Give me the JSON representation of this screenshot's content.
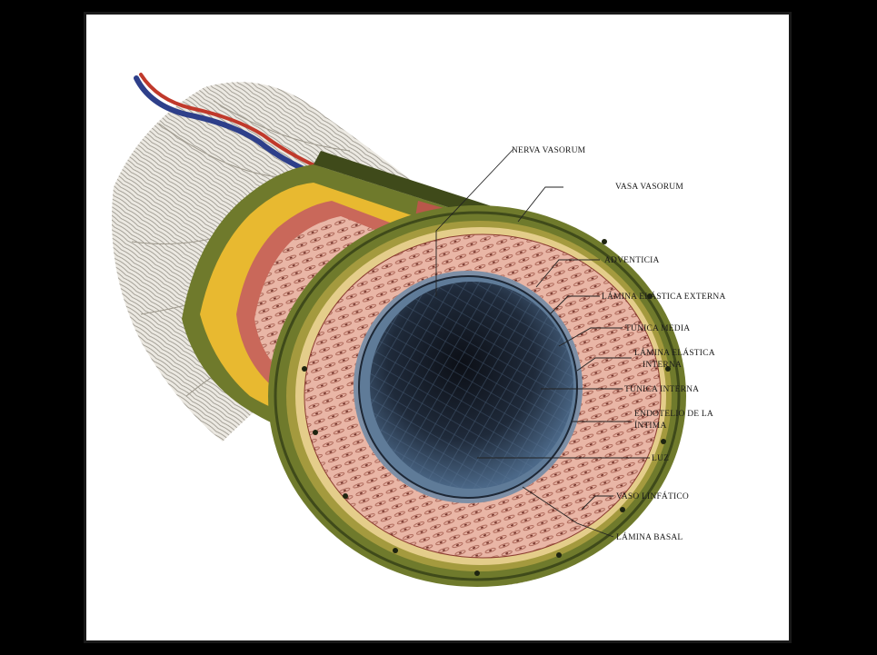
{
  "labels": {
    "nerva_vasorum": "NERVA VASORUM",
    "vasa_vasorum": "VASA VASORUM",
    "adventicia": "ADVENTICIA",
    "lamina_elastica_externa": "LÁMINA ELÁSTICA EXTERNA",
    "tunica_media": "TÚNICA MEDIA",
    "lamina_elastica_interna_1": "LÁMINA ELÁSTICA",
    "lamina_elastica_interna_2": "INTERNA",
    "tunica_interna": "TÚNICA INTERNA",
    "endotelio_1": "ENDOTELIO DE LA",
    "endotelio_2": "ÍNTIMA",
    "luz": "LUZ",
    "vaso_linfatico": "VASO LINFÁTICO",
    "lamina_basal": "LÁMINA BASAL"
  },
  "colors": {
    "adventitia": "#6f7a2c",
    "adventitia_dark": "#3f4a1a",
    "yellow_layer": "#e8b930",
    "media_pink": "#e9b6a6",
    "media_red": "#c9685a",
    "lumen": "#1c2230",
    "lumen_blue": "#4a6a8a",
    "fibers": "#bdb8ac"
  }
}
